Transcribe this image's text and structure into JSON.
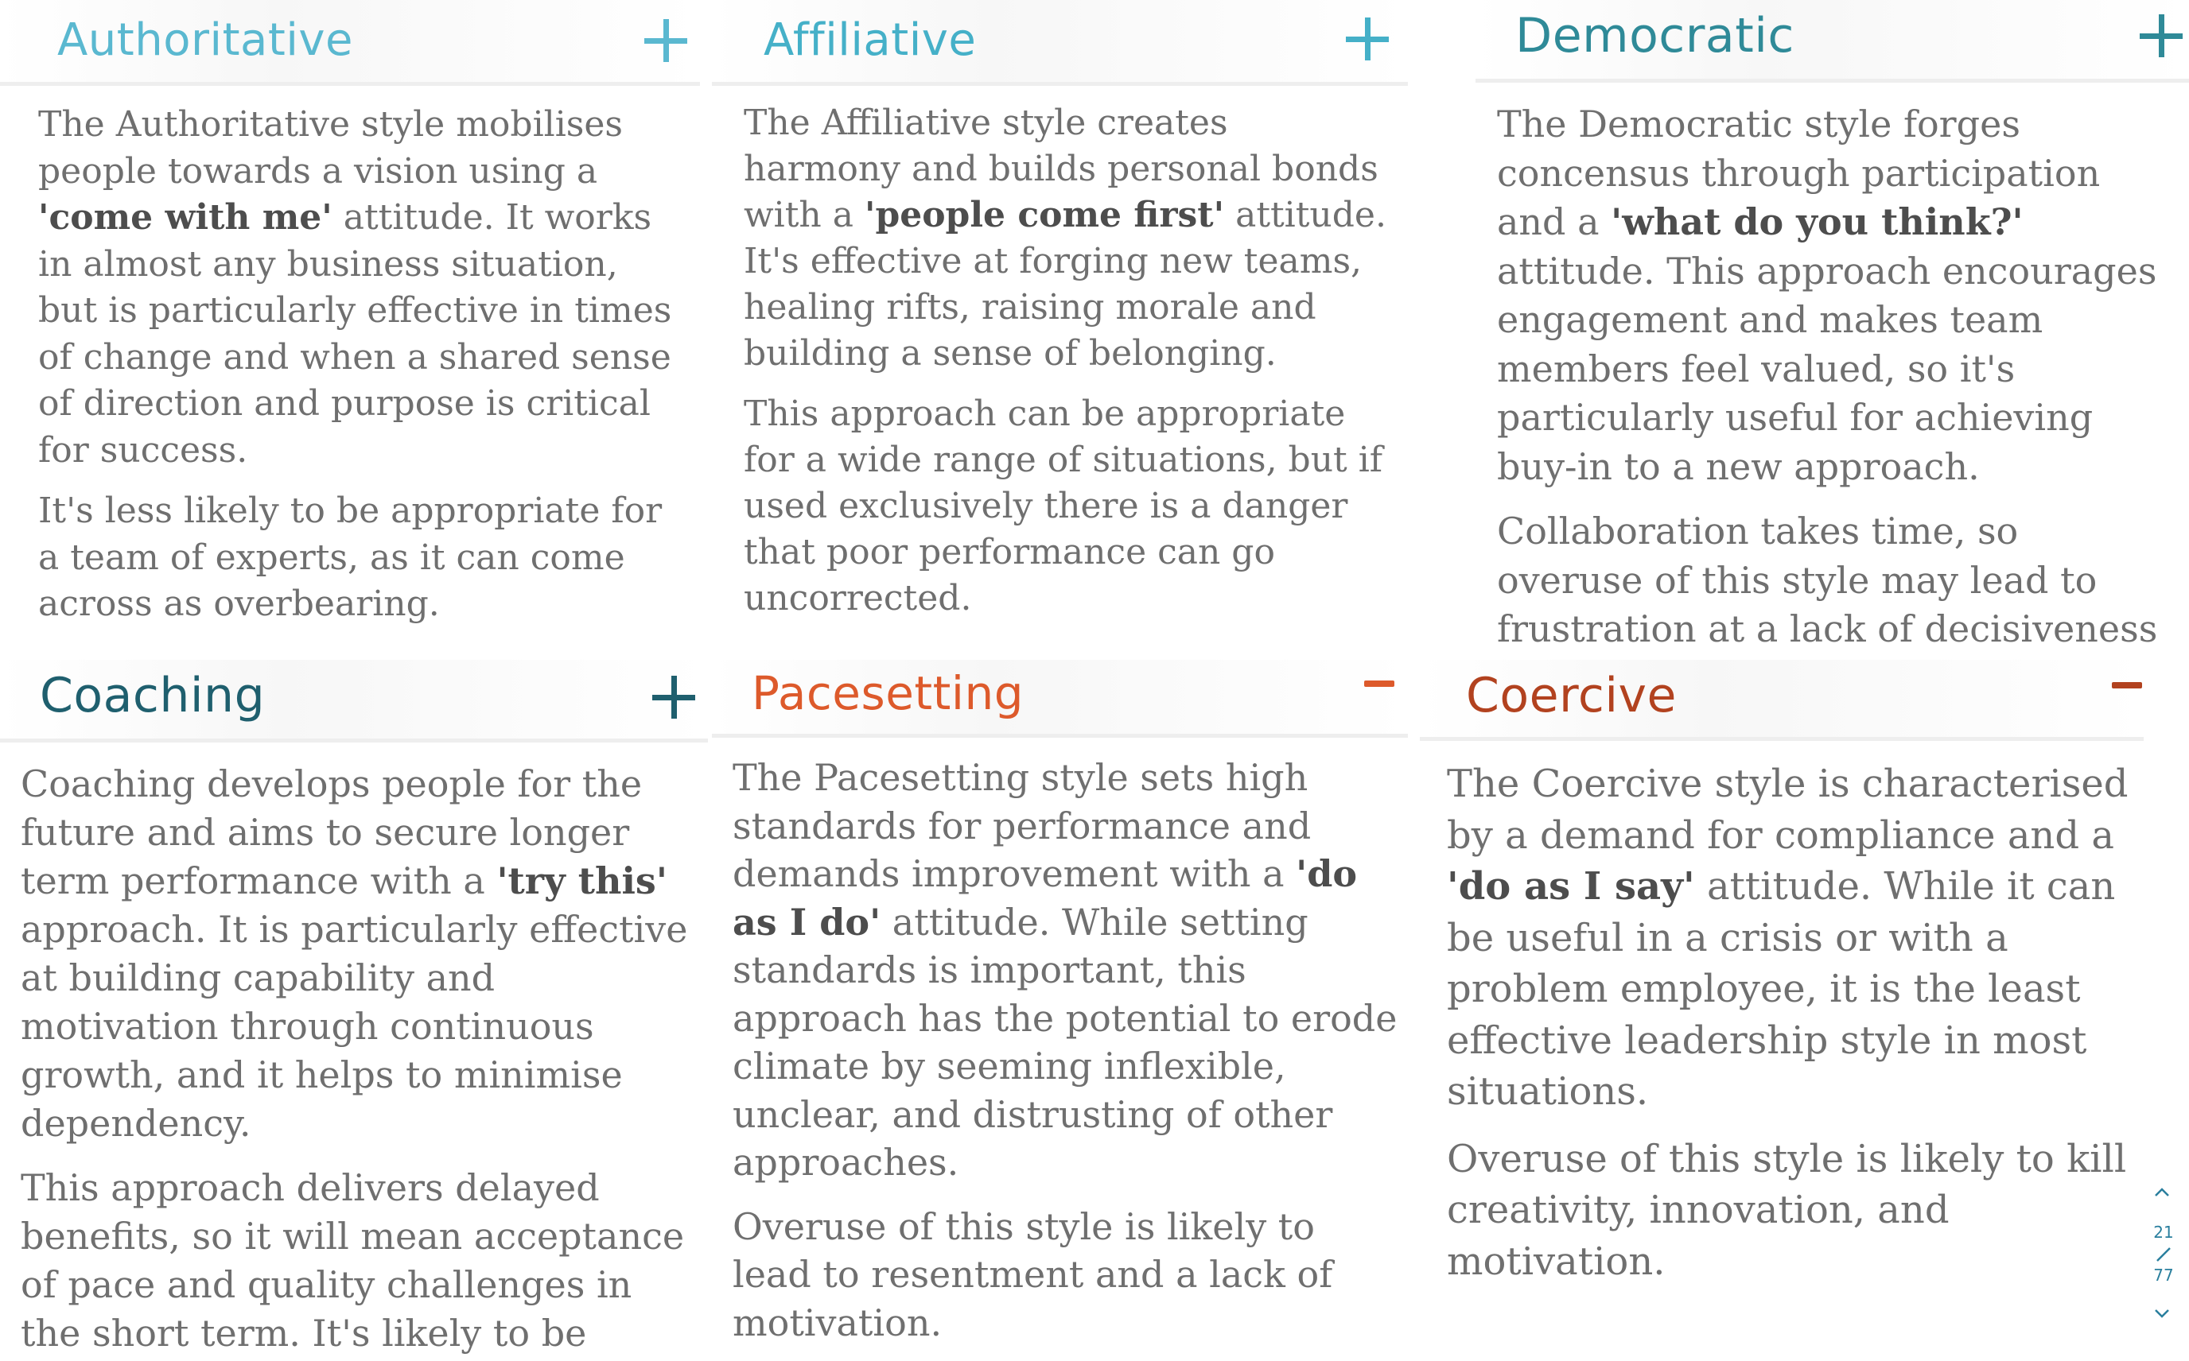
{
  "cards": [
    {
      "title": "Authoritative",
      "toggle": "plus",
      "accent": "#5ab8d0",
      "p1": [
        "The Authoritative style mobilises people towards a vision using a ",
        "'come with me'",
        " attitude. It works in almost any business situation, but is particularly effective in times of change and when a shared sense of direction and purpose is critical for success."
      ],
      "p2": "It's less likely to be appropriate for a team of experts, as it can come across as overbearing."
    },
    {
      "title": "Affiliative",
      "toggle": "plus",
      "accent": "#45b0c8",
      "p1": [
        "The Affiliative style creates harmony and builds personal bonds with a ",
        "'people come first'",
        " attitude. It's effective at forging new teams, healing rifts, raising morale and building a sense of belonging."
      ],
      "p2": "This approach can be appropriate for a wide range of situations, but if used exclusively there is a danger that poor performance can go uncorrected."
    },
    {
      "title": "Democratic",
      "toggle": "plus",
      "accent": "#2f8a98",
      "p1": [
        "The Democratic style forges concensus through participation and a ",
        "'what do you think?'",
        " attitude. This approach encourages engagement and makes team members feel valued, so it's particularly useful for achieving buy-in to a new approach."
      ],
      "p2": "Collaboration takes time, so overuse of this style may lead to frustration at a lack of decisiveness and seemingly endless meetings."
    },
    {
      "title": "Coaching",
      "toggle": "plus",
      "accent": "#1f5f6e",
      "p1": [
        "Coaching develops people for the future and aims to secure longer term performance with a ",
        "'try this'",
        " approach. It is particularly effective at building capability and motivation through continuous growth, and it helps to minimise dependency."
      ],
      "p2": "This approach delivers delayed benefits, so it will mean acceptance of pace and quality challenges in the short term. It's likely to be inappropriate in a crisis situation."
    },
    {
      "title": "Pacesetting",
      "toggle": "minus",
      "accent": "#dd5a2b",
      "p1": [
        "The Pacesetting style sets high standards for performance and demands improvement with a ",
        "'do as I do'",
        " attitude. While setting standards is important, this approach has the potential to erode climate by seeming inflexible, unclear, and distrusting of other approaches."
      ],
      "p2": "Overuse of this style is likely to lead to resentment and a lack of motivation."
    },
    {
      "title": "Coercive",
      "toggle": "minus",
      "accent": "#b2421f",
      "p1": [
        "The Coercive style is characterised by a demand for compliance and a ",
        "'do as I say'",
        " attitude. While it can be useful in a crisis or with a problem employee, it is the least effective leadership style in most situations."
      ],
      "p2": "Overuse of this style is likely to kill creativity, innovation, and motivation."
    }
  ],
  "pager": {
    "current": "21",
    "total": "77",
    "color": "#2a7f9e"
  }
}
